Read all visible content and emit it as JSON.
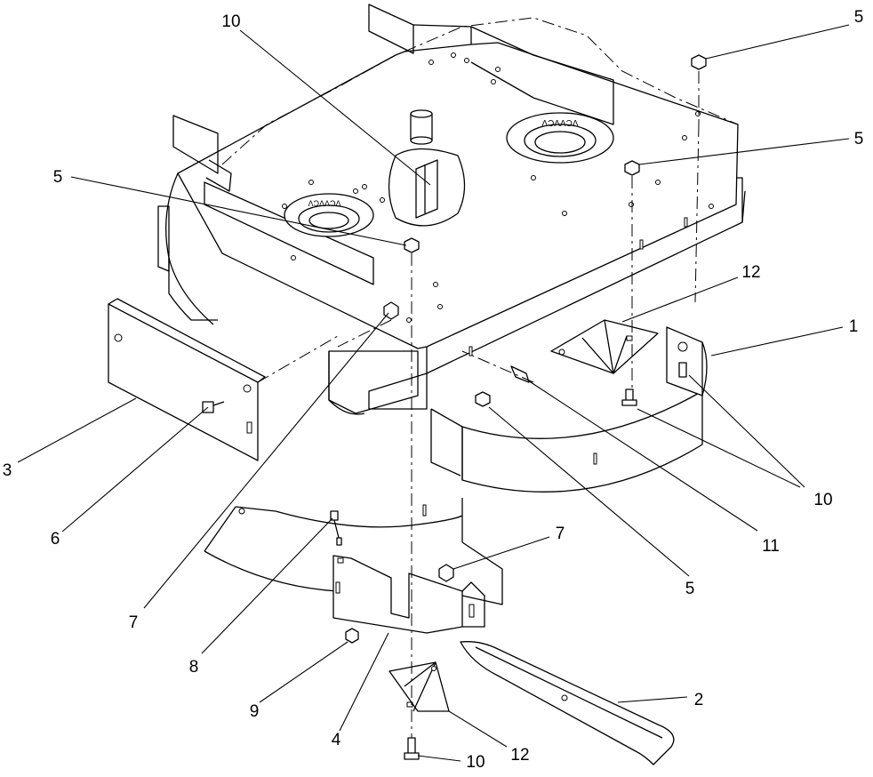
{
  "callouts": [
    {
      "id": "c-10-top",
      "label": "10"
    },
    {
      "id": "c-5-top-right",
      "label": "5"
    },
    {
      "id": "c-5-mid-right",
      "label": "5"
    },
    {
      "id": "c-5-left",
      "label": "5"
    },
    {
      "id": "c-12-upper",
      "label": "12"
    },
    {
      "id": "c-1",
      "label": "1"
    },
    {
      "id": "c-3",
      "label": "3"
    },
    {
      "id": "c-10-right",
      "label": "10"
    },
    {
      "id": "c-6",
      "label": "6"
    },
    {
      "id": "c-11",
      "label": "11"
    },
    {
      "id": "c-7-right",
      "label": "7"
    },
    {
      "id": "c-7-left",
      "label": "7"
    },
    {
      "id": "c-5-bottom",
      "label": "5"
    },
    {
      "id": "c-8",
      "label": "8"
    },
    {
      "id": "c-2",
      "label": "2"
    },
    {
      "id": "c-9",
      "label": "9"
    },
    {
      "id": "c-4",
      "label": "4"
    },
    {
      "id": "c-12-lower",
      "label": "12"
    },
    {
      "id": "c-10-bottom",
      "label": "10"
    }
  ],
  "stamp_text": "ΛƆΛΛƆΛ"
}
